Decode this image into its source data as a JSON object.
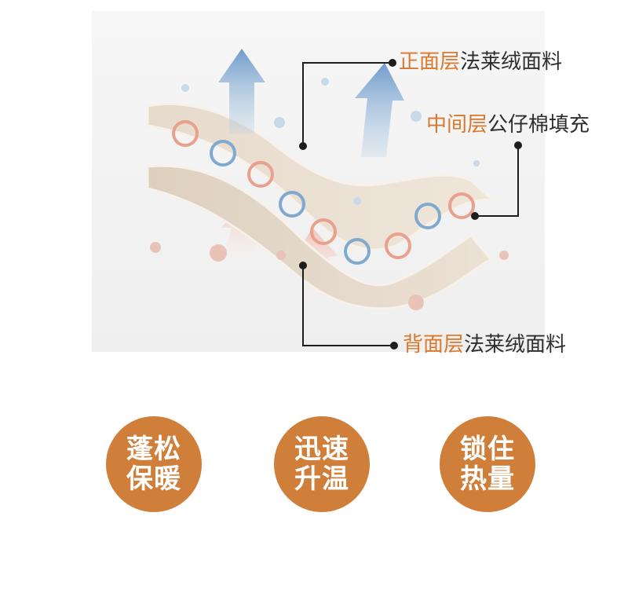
{
  "callouts": {
    "front": {
      "accent": "正面层",
      "text": "法莱绒面料"
    },
    "middle": {
      "accent": "中间层",
      "text": "公仔棉填充"
    },
    "back": {
      "accent": "背面层",
      "text": "法莱绒面料"
    }
  },
  "features": [
    {
      "line1": "蓬松",
      "line2": "保暖"
    },
    {
      "line1": "迅速",
      "line2": "升温"
    },
    {
      "line1": "锁住",
      "line2": "热量"
    }
  ],
  "colors": {
    "accent": "#d9782f",
    "badge": "#cf7f3a",
    "fabric": "#ece1d4",
    "arrow_up": "#7fa9cf",
    "arrow_warm": "#f2b8a6"
  }
}
